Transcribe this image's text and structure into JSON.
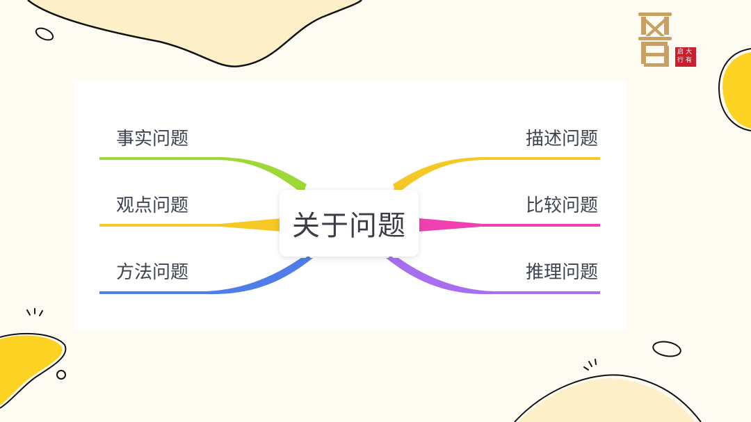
{
  "mindmap": {
    "center": "关于问题",
    "left_branches": [
      {
        "label": "事实问题",
        "color": "#9ed836"
      },
      {
        "label": "观点问题",
        "color": "#f5c826"
      },
      {
        "label": "方法问题",
        "color": "#4f7ee8"
      }
    ],
    "right_branches": [
      {
        "label": "描述问题",
        "color": "#f5c826"
      },
      {
        "label": "比较问题",
        "color": "#f03fb0"
      },
      {
        "label": "推理问题",
        "color": "#a86ef0"
      }
    ]
  },
  "logo": {
    "icon": "hourglass-logo-icon",
    "seal_text": [
      "启",
      "大",
      "行",
      "有"
    ],
    "seal_color": "#c8202c",
    "logo_color": "#c9a063"
  },
  "theme": {
    "background": "#fefbf2",
    "blob_fill": "#fdf0c8",
    "accent_yellow": "#fdd323"
  }
}
